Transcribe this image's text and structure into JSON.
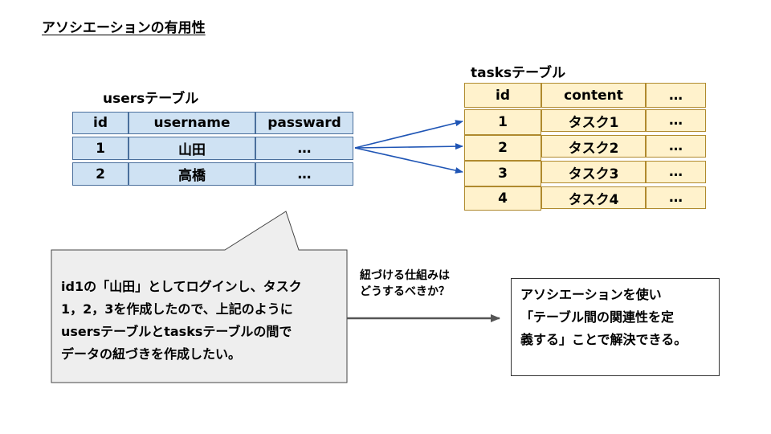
{
  "title": "アソシエーションの有用性",
  "users_table": {
    "label": "usersテーブル",
    "headers": [
      "id",
      "username",
      "passward"
    ],
    "rows": [
      [
        "1",
        "山田",
        "…"
      ],
      [
        "2",
        "高橋",
        "…"
      ]
    ]
  },
  "tasks_table": {
    "label": "tasksテーブル",
    "headers": [
      "id",
      "content",
      "…"
    ],
    "rows": [
      [
        "1",
        "タスク1",
        "…"
      ],
      [
        "2",
        "タスク2",
        "…"
      ],
      [
        "3",
        "タスク3",
        "…"
      ],
      [
        "4",
        "タスク4",
        "…"
      ]
    ]
  },
  "bubble": {
    "text": "id1の「山田」としてログインし、タスク\n1，2，3を作成したので、上記のように\nusersテーブルとtasksテーブルの間で\nデータの紐づきを作成したい。"
  },
  "question": {
    "text": "紐づける仕組みは\nどうするべきか？"
  },
  "answer": {
    "text": "アソシエーションを使い\n「テーブル間の関連性を定\n義する」ことで解決できる。"
  },
  "colors": {
    "users_fill": "#cfe2f3",
    "tasks_fill": "#fff2cc",
    "link_arrow": "#1f55b5",
    "bubble_fill": "#eeeeee"
  }
}
